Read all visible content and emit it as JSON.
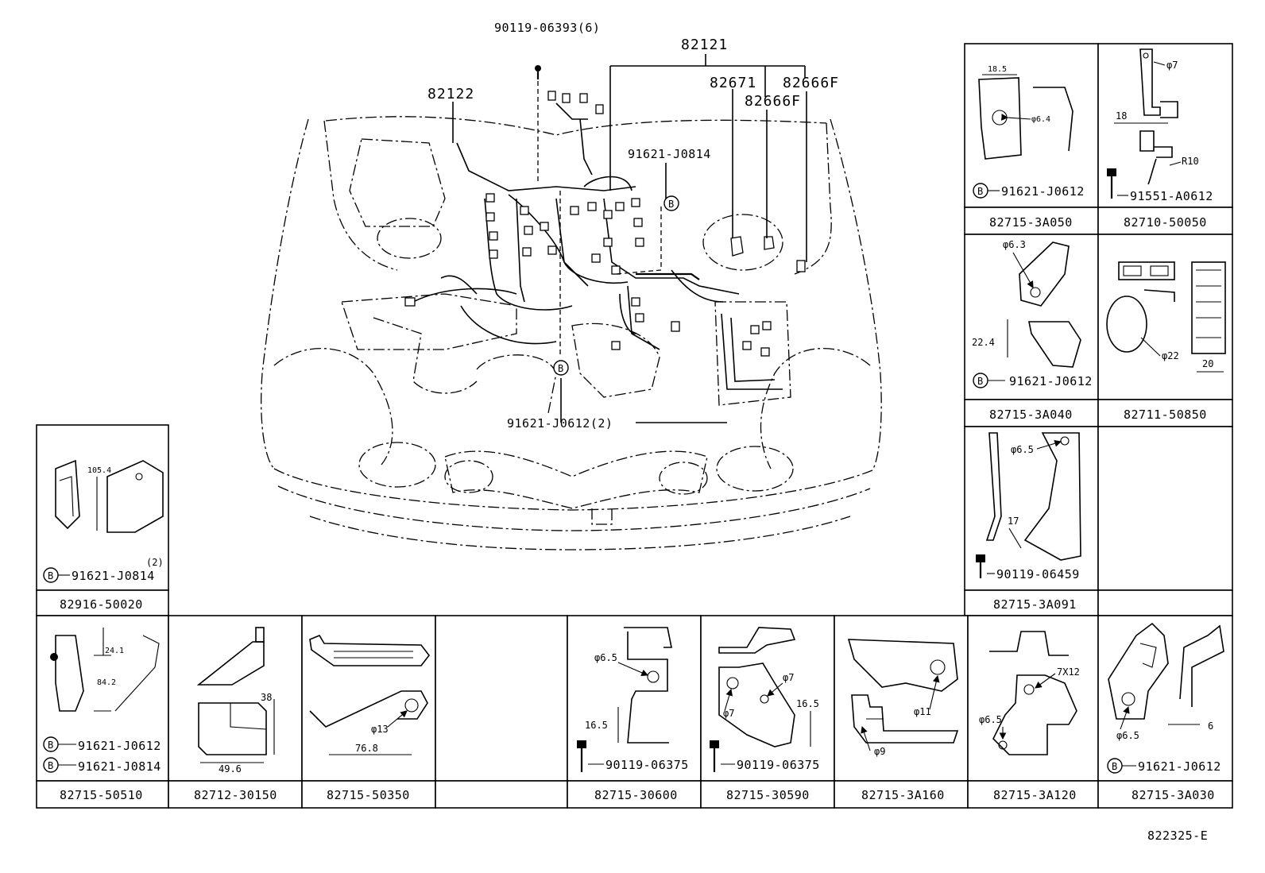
{
  "diagram_code": "822325-E",
  "main_callouts": {
    "screw_top": "90119-06393(6)",
    "harness_main": "82121",
    "harness_left": "82122",
    "part_82671": "82671",
    "part_82666f_a": "82666F",
    "part_82666f_b": "82666F",
    "clamp_center": "91621-J0814",
    "clamp_bottom": "91621-J0612(2)",
    "b_mark": "B"
  },
  "detail_boxes": [
    {
      "part": "82715-3A050",
      "fastener": "91621-J0612",
      "dims": [
        "18.5",
        "φ6.4"
      ]
    },
    {
      "part": "82710-50050",
      "fastener": "91551-A0612",
      "dims": [
        "φ7",
        "18",
        "R10"
      ]
    },
    {
      "part": "82715-3A040",
      "fastener": "91621-J0612",
      "dims": [
        "φ6.3",
        "22.4"
      ]
    },
    {
      "part": "82711-50850",
      "fastener": "",
      "dims": [
        "φ22",
        "20"
      ]
    },
    {
      "part": "82715-3A091",
      "fastener": "90119-06459",
      "dims": [
        "φ6.5",
        "17"
      ]
    },
    {
      "part": "82916-50020",
      "fastener": "91621-J0814",
      "qty": "(2)",
      "dims": [
        "105.4"
      ]
    },
    {
      "part": "82715-50510",
      "fastener": "91621-J0612",
      "fastener2": "91621-J0814",
      "dims": [
        "24.1",
        "84.2"
      ]
    },
    {
      "part": "82712-30150",
      "fastener": "",
      "dims": [
        "38",
        "49.6"
      ]
    },
    {
      "part": "82715-50350",
      "fastener": "",
      "dims": [
        "φ13",
        "76.8"
      ]
    },
    {
      "part": "82715-30600",
      "fastener": "90119-06375",
      "dims": [
        "φ6.5",
        "16.5"
      ]
    },
    {
      "part": "82715-30590",
      "fastener": "90119-06375",
      "dims": [
        "φ7",
        "φ7",
        "16.5"
      ]
    },
    {
      "part": "82715-3A160",
      "fastener": "",
      "dims": [
        "φ11",
        "φ9"
      ]
    },
    {
      "part": "82715-3A120",
      "fastener": "",
      "dims": [
        "7X12",
        "φ6.5"
      ]
    },
    {
      "part": "82715-3A030",
      "fastener": "91621-J0612",
      "dims": [
        "φ6.5",
        "6"
      ]
    }
  ]
}
